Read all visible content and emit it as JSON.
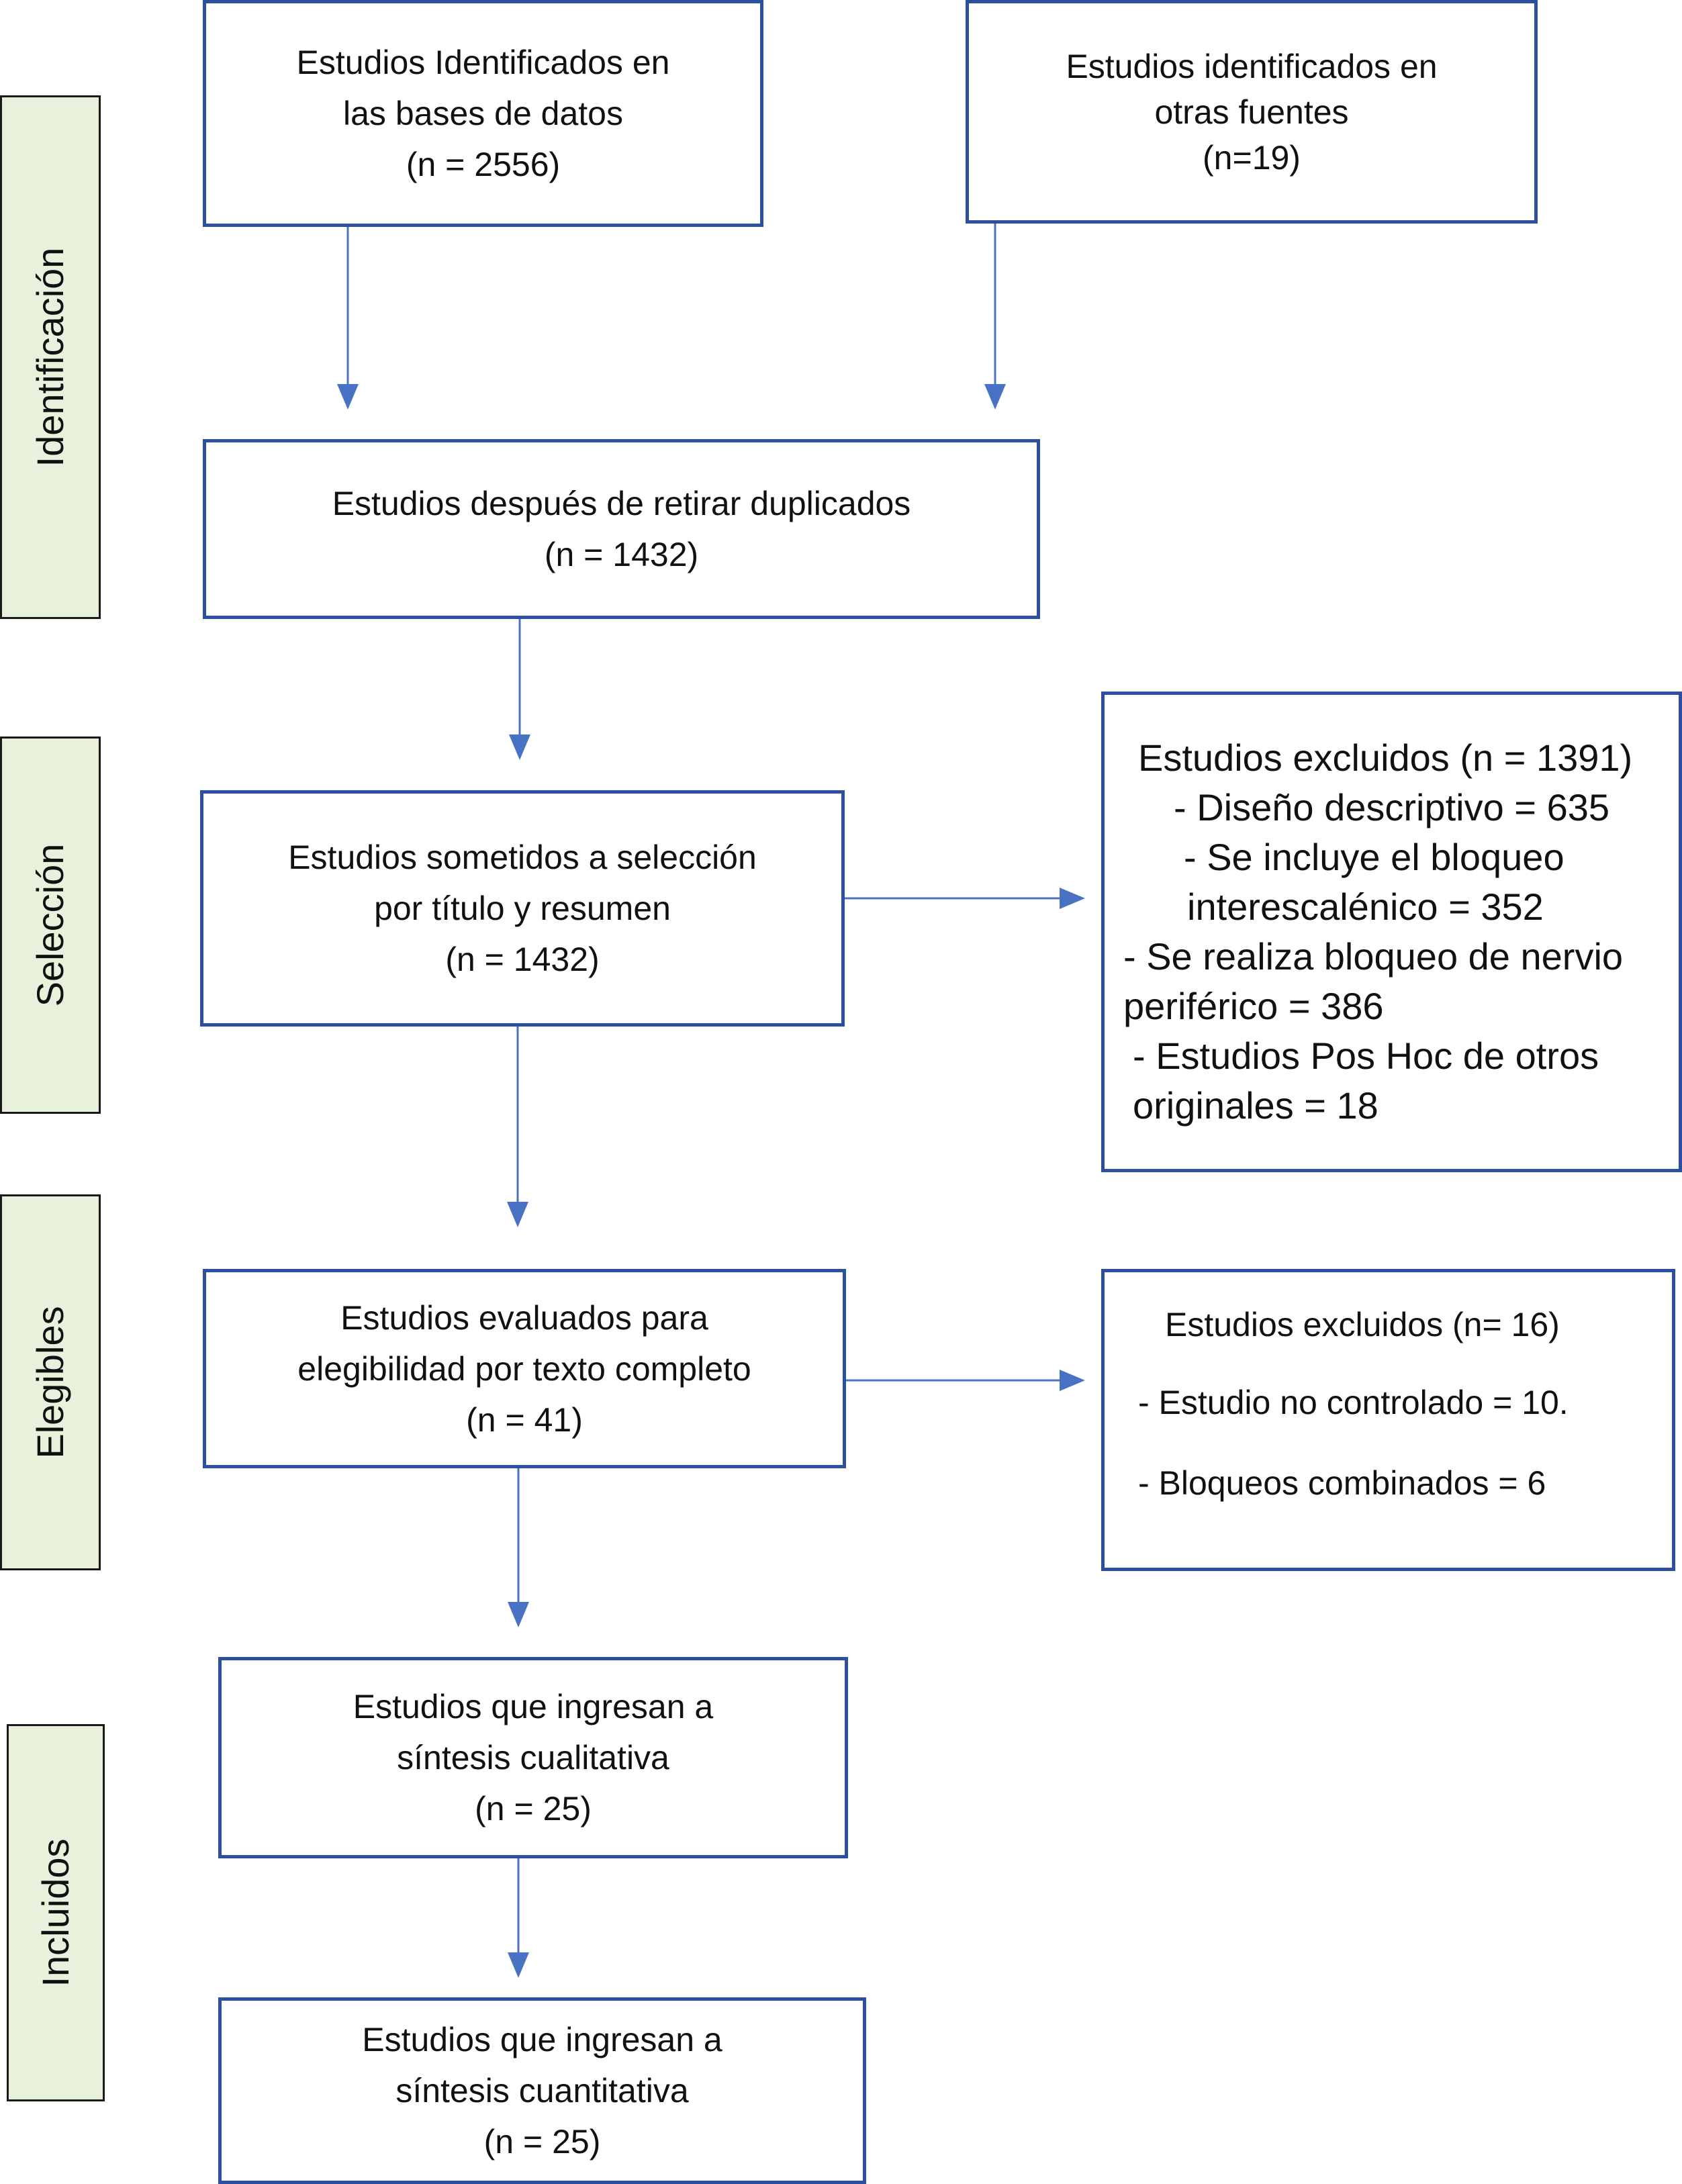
{
  "phases": {
    "identificacion": "Identificación",
    "seleccion": "Selección",
    "elegibles": "Elegibles",
    "incluidos": "Incluidos"
  },
  "boxes": {
    "db": [
      "Estudios Identificados en",
      "las bases de datos",
      "(n = 2556)"
    ],
    "other": [
      "Estudios identificados en",
      "otras fuentes",
      "(n=19)"
    ],
    "dedup": [
      "Estudios después de retirar duplicados",
      "(n = 1432)"
    ],
    "screened": [
      "Estudios sometidos a selección",
      "por título y resumen",
      "(n = 1432)"
    ],
    "excluded1": [
      "Estudios excluidos (n = 1391)",
      "   - Diseño descriptivo = 635",
      "    - Se incluye el bloqueo",
      "    interescalénico = 352",
      "- Se realiza bloqueo de nervio",
      "periférico = 386",
      " - Estudios Pos Hoc de otros",
      " originales = 18"
    ],
    "eligible": [
      "Estudios evaluados para",
      "elegibilidad por texto completo",
      "(n = 41)"
    ],
    "excluded2": [
      "Estudios excluidos (n= 16)",
      "- Estudio no controlado = 10.",
      "- Bloqueos combinados = 6"
    ],
    "qualitative": [
      "Estudios que ingresan a",
      "síntesis cualitativa",
      "(n = 25)"
    ],
    "quantitative": [
      "Estudios que ingresan a",
      "síntesis cuantitativa",
      "(n = 25)"
    ]
  },
  "colors": {
    "box_border": "#2c4fa0",
    "arrow": "#4a72c4",
    "phase_fill": "#e7f1dc"
  }
}
